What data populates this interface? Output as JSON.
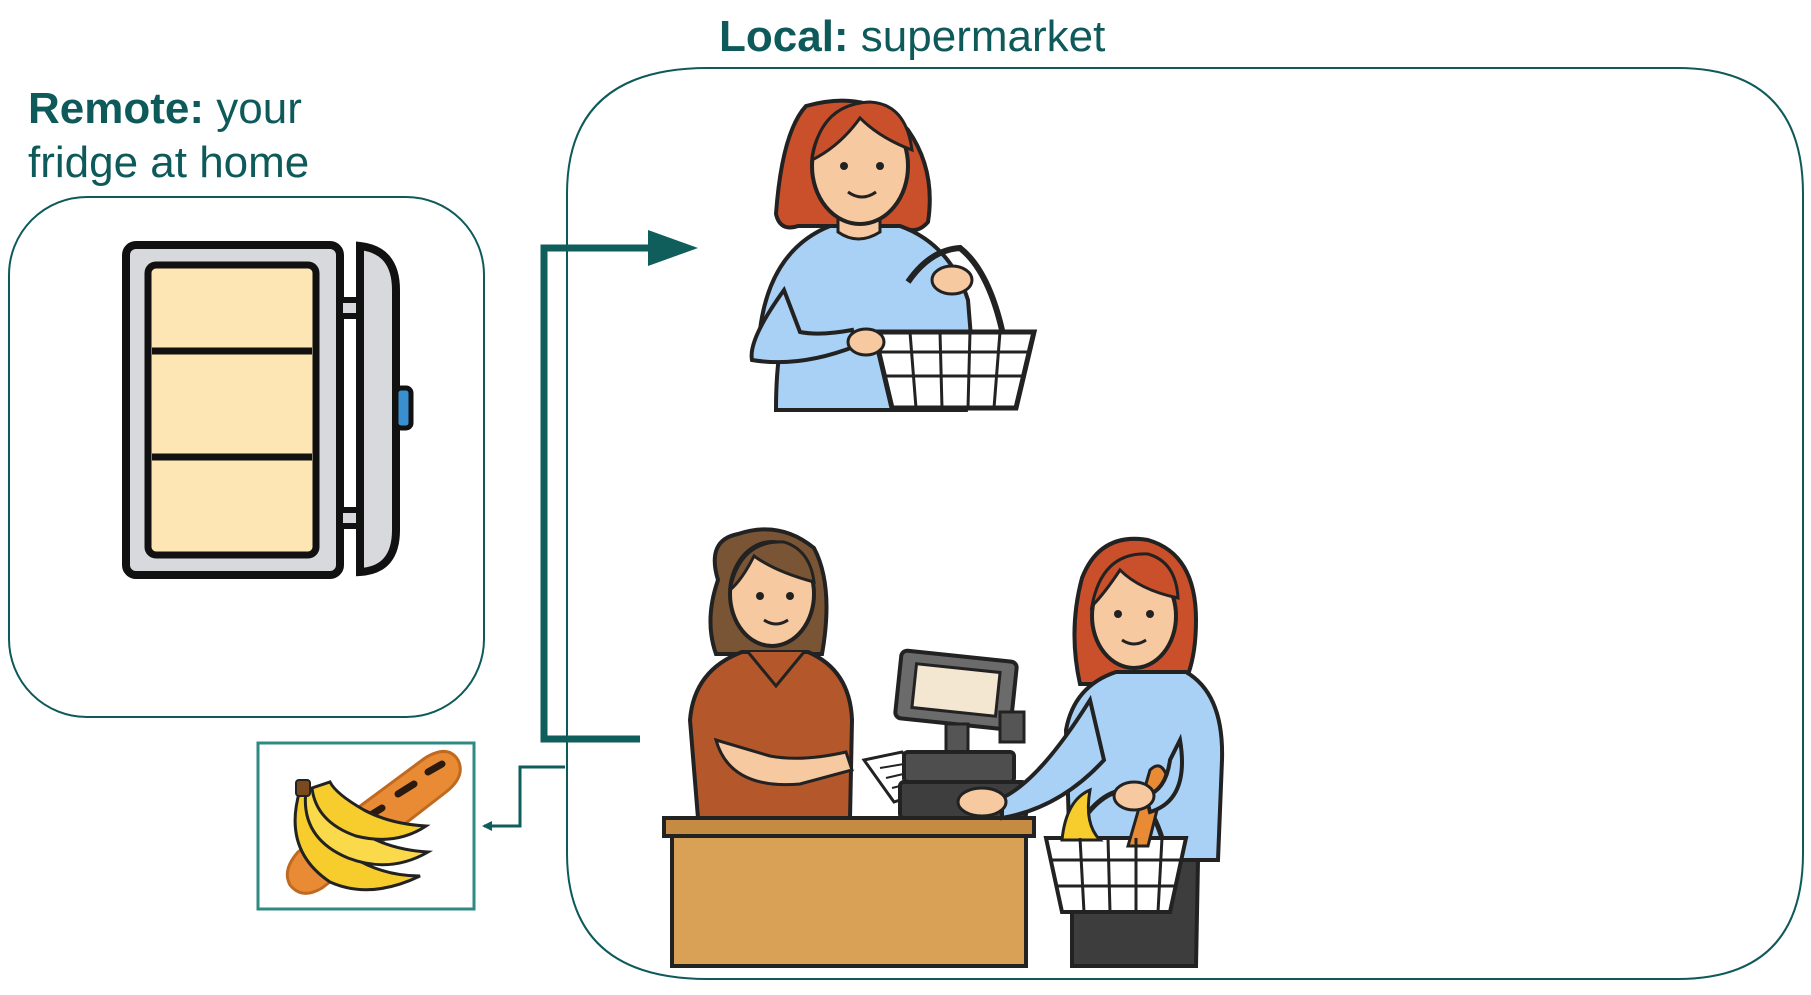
{
  "local": {
    "title_bold": "Local:",
    "title_rest": " supermarket"
  },
  "remote": {
    "title_bold": "Remote:",
    "title_rest_line1": " your",
    "title_line2": "fridge at home"
  },
  "colors": {
    "teal": "#0e5a5a",
    "arrow": "#0f5e5b",
    "shirt_blue": "#a9d1f5",
    "hair_red": "#c9502b",
    "hair_brown": "#7a5535",
    "skin": "#f6c9a0",
    "counter": "#d8a155",
    "cashier_shirt": "#b4582c",
    "fridge_cream": "#fde6b3",
    "fridge_gray": "#d8d9dc",
    "banana": "#f7cd2e",
    "baguette": "#e98b35"
  },
  "icons": [
    "fridge-icon",
    "shopper-with-basket-icon",
    "cashier-icon",
    "customer-icon",
    "cash-register-icon",
    "banana-baguette-icon"
  ]
}
